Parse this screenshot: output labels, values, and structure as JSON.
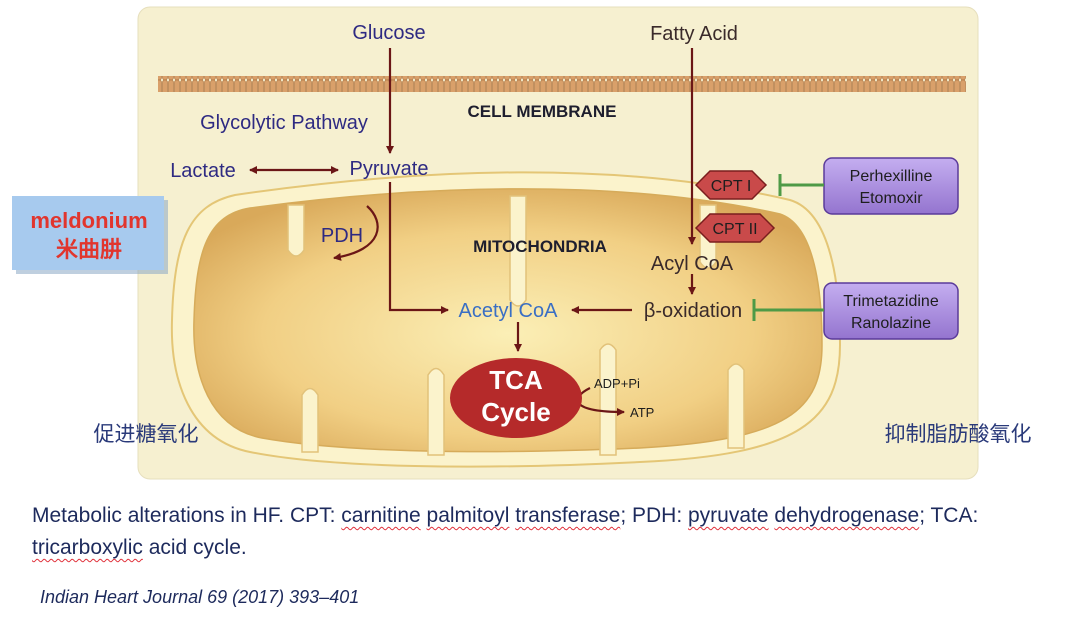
{
  "diagram": {
    "glucose": "Glucose",
    "fatty_acid": "Fatty Acid",
    "cell_membrane": "CELL MEMBRANE",
    "glycolytic_pathway": "Glycolytic Pathway",
    "lactate": "Lactate",
    "pyruvate": "Pyruvate",
    "pdh": "PDH",
    "mitochondria": "MITOCHONDRIA",
    "acyl_coa": "Acyl CoA",
    "acetyl_coa": "Acetyl CoA",
    "beta_oxidation": "β-oxidation",
    "tca_line1": "TCA",
    "tca_line2": "Cycle",
    "adp_pi": "ADP+Pi",
    "atp": "ATP",
    "cpt1": "CPT I",
    "cpt2": "CPT II",
    "inhibitor1_line1": "Perhexilline",
    "inhibitor1_line2": "Etomoxir",
    "inhibitor2_line1": "Trimetazidine",
    "inhibitor2_line2": "Ranolazine",
    "meldonium_en": "meldonium",
    "meldonium_cn": "米曲肼",
    "promote_label": "促进糖氧化",
    "inhibit_label": "抑制脂肪酸氧化"
  },
  "caption": {
    "p1": "Metabolic alterations in HF. CPT: ",
    "w1": "carnitine",
    "p2": " ",
    "w2": "palmitoyl",
    "p3": " ",
    "w3": "transferase",
    "p4": "; PDH: ",
    "w4": "pyruvate",
    "p5": " ",
    "w5": "dehydrogenase",
    "p6": "; TCA: ",
    "w6": "tricarboxylic",
    "p7": " acid cycle."
  },
  "citation": "Indian Heart Journal 69 (2017) 393–401",
  "colors": {
    "panel_bg": "#f6f0d0",
    "arrow": "#6b1616",
    "text_blue": "#2e2a82",
    "acetyl_blue": "#3a6fc4",
    "tca_red": "#b52a2a",
    "inhibitor_purple": "#a58ad8",
    "inhibit_green": "#4e9a46",
    "meldonium_red": "#e1352d",
    "meldonium_bg": "#a7caee"
  }
}
